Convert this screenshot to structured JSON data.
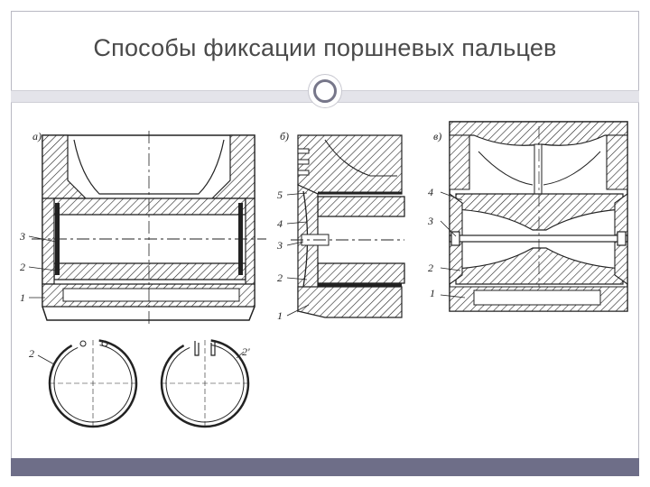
{
  "slide": {
    "title": "Способы фиксации поршневых пальцев"
  },
  "figures": {
    "a": {
      "label": "а)",
      "callouts": [
        "3",
        "2",
        "1"
      ],
      "ring_callouts": [
        "2",
        "2'"
      ]
    },
    "b": {
      "label": "б)",
      "callouts": [
        "5",
        "4",
        "3",
        "2",
        "1"
      ]
    },
    "v": {
      "label": "в)",
      "callouts": [
        "4",
        "3",
        "2",
        "1"
      ]
    }
  }
}
